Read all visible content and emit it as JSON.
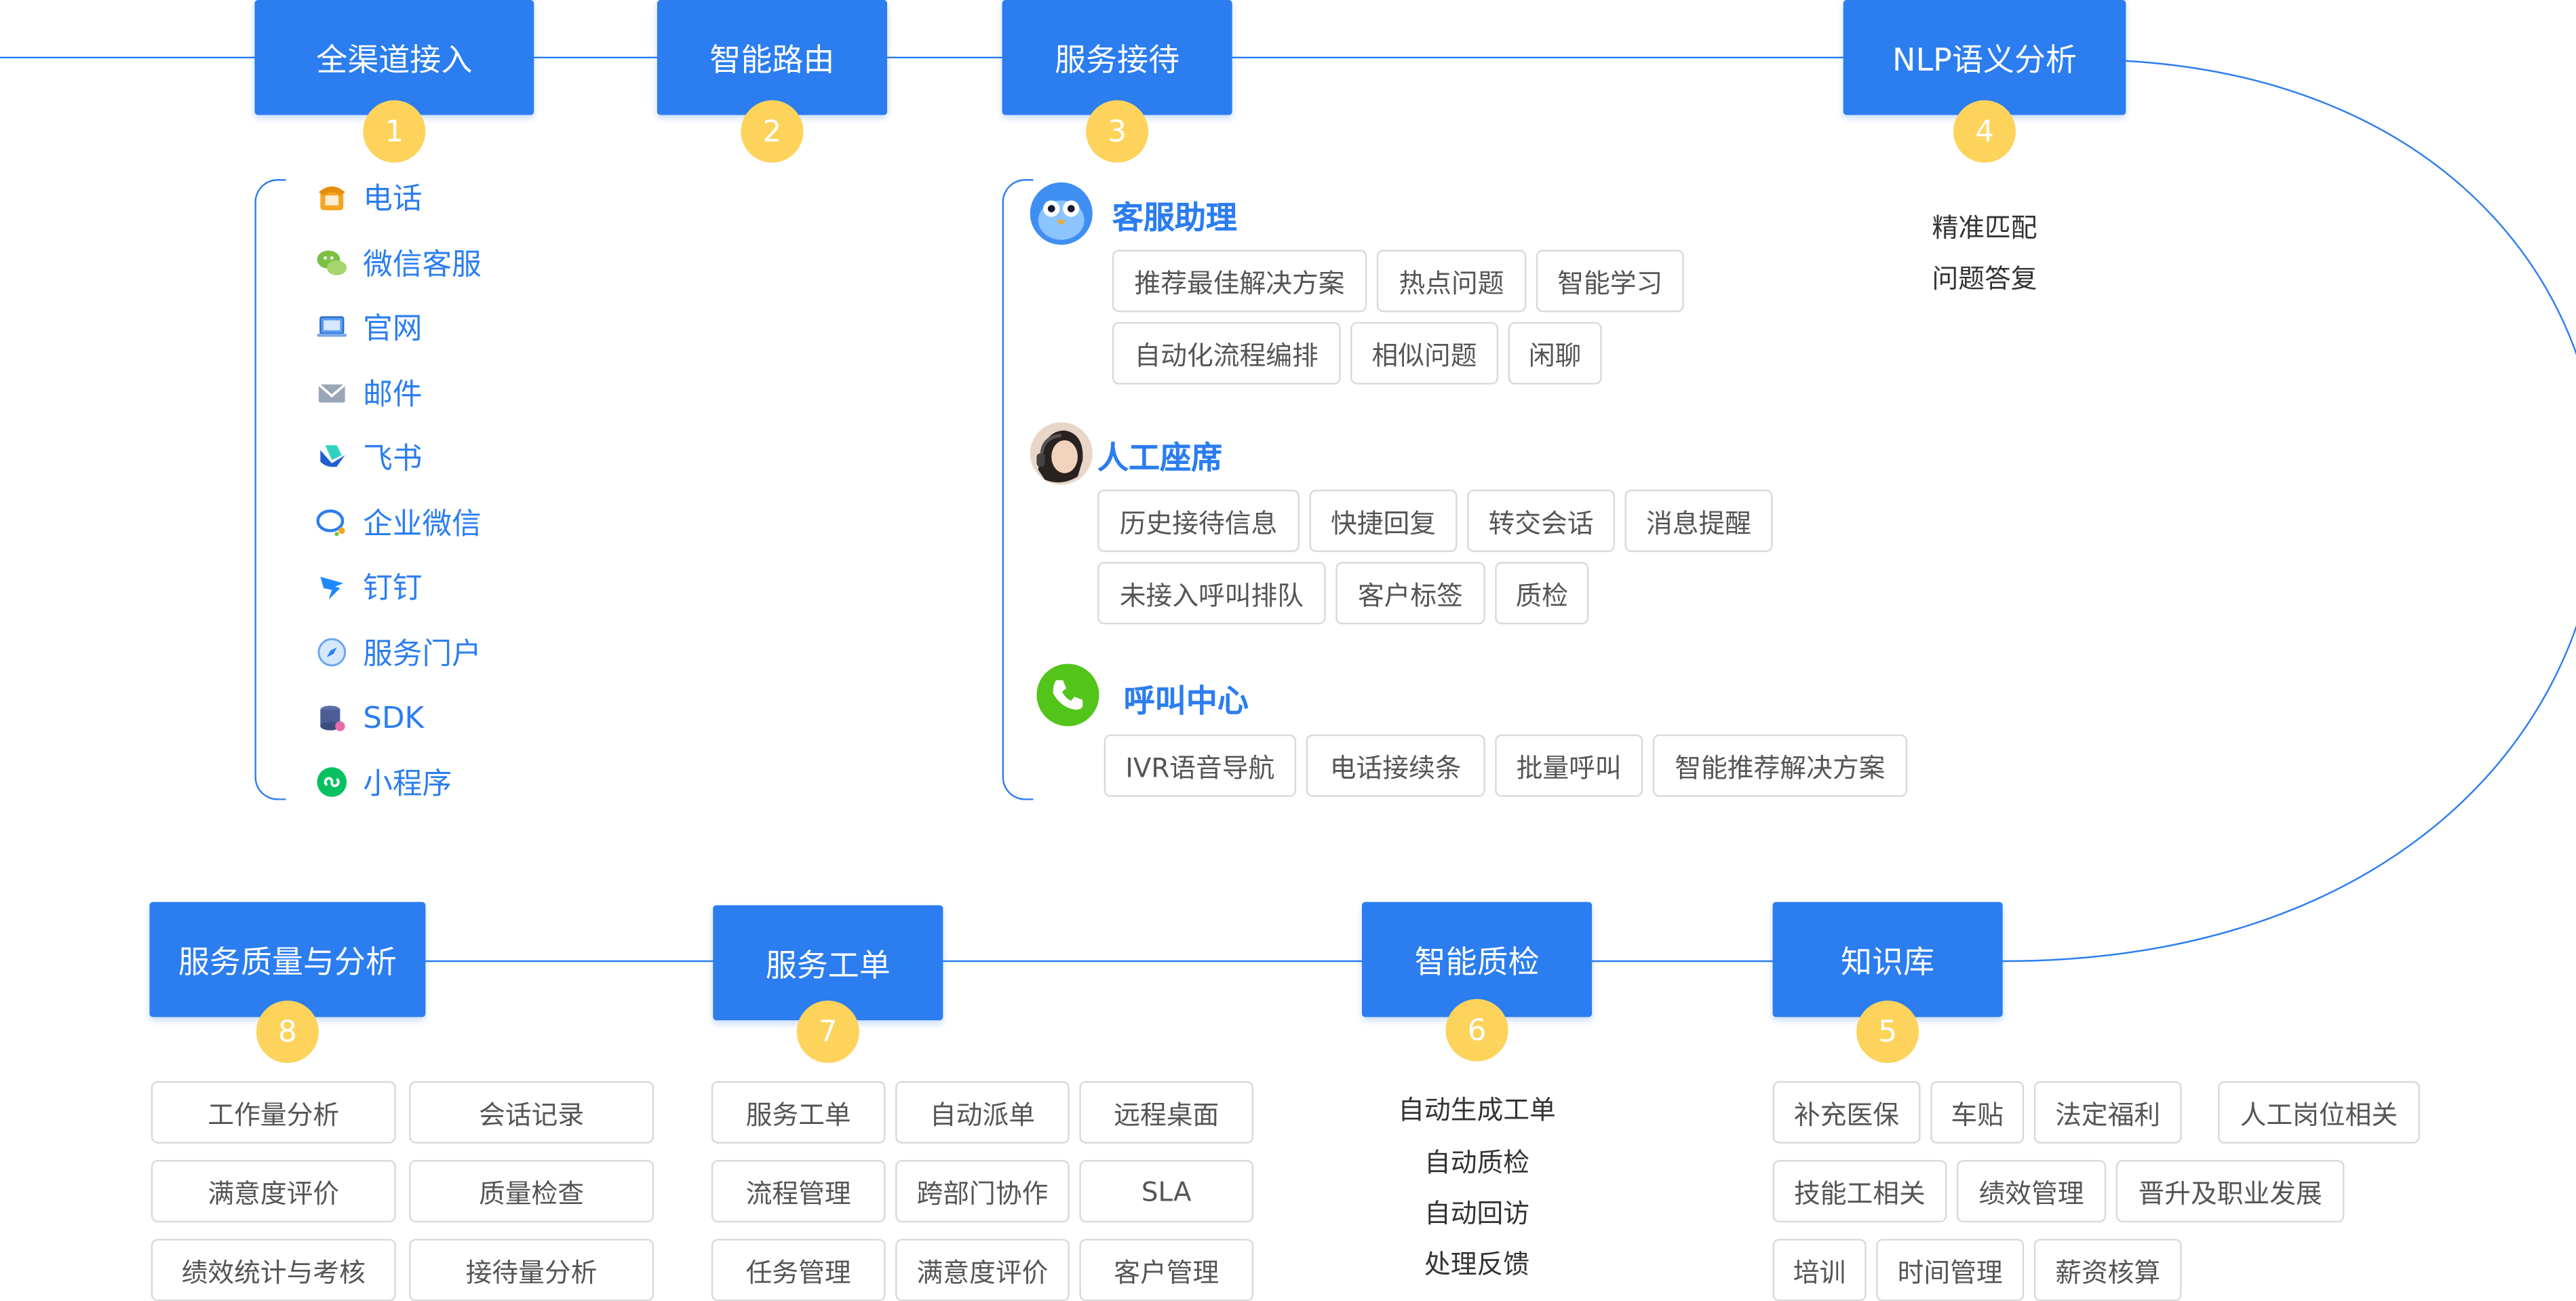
{
  "stages": {
    "s1": {
      "title": "全渠道接入",
      "num": "1"
    },
    "s2": {
      "title": "智能路由",
      "num": "2"
    },
    "s3": {
      "title": "服务接待",
      "num": "3"
    },
    "s4": {
      "title": "NLP语义分析",
      "num": "4"
    },
    "s5": {
      "title": "知识库",
      "num": "5"
    },
    "s6": {
      "title": "智能质检",
      "num": "6"
    },
    "s7": {
      "title": "服务工单",
      "num": "7"
    },
    "s8": {
      "title": "服务质量与分析",
      "num": "8"
    }
  },
  "channels": [
    {
      "label": "电话",
      "icon": "telephone-icon"
    },
    {
      "label": "微信客服",
      "icon": "wechat-icon"
    },
    {
      "label": "官网",
      "icon": "laptop-icon"
    },
    {
      "label": "邮件",
      "icon": "mail-icon"
    },
    {
      "label": "飞书",
      "icon": "feishu-icon"
    },
    {
      "label": "企业微信",
      "icon": "wecom-icon"
    },
    {
      "label": "钉钉",
      "icon": "dingtalk-icon"
    },
    {
      "label": "服务门户",
      "icon": "compass-icon"
    },
    {
      "label": "SDK",
      "icon": "database-icon"
    },
    {
      "label": "小程序",
      "icon": "miniprogram-icon"
    }
  ],
  "reception": {
    "assistant": {
      "title": "客服助理",
      "tags": [
        "推荐最佳解决方案",
        "热点问题",
        "智能学习",
        "自动化流程编排",
        "相似问题",
        "闲聊"
      ]
    },
    "agent": {
      "title": "人工座席",
      "tags": [
        "历史接待信息",
        "快捷回复",
        "转交会话",
        "消息提醒",
        "未接入呼叫排队",
        "客户标签",
        "质检"
      ]
    },
    "callcenter": {
      "title": "呼叫中心",
      "tags": [
        "IVR语音导航",
        "电话接续条",
        "批量呼叫",
        "智能推荐解决方案"
      ]
    }
  },
  "nlp": {
    "items": [
      "精准匹配",
      "问题答复"
    ]
  },
  "knowledge": {
    "tags": [
      "补充医保",
      "车贴",
      "法定福利",
      "人工岗位相关",
      "技能工相关",
      "绩效管理",
      "晋升及职业发展",
      "培训",
      "时间管理",
      "薪资核算"
    ]
  },
  "qc": {
    "items": [
      "自动生成工单",
      "自动质检",
      "自动回访",
      "处理反馈"
    ]
  },
  "workorder": {
    "tags": [
      "服务工单",
      "自动派单",
      "远程桌面",
      "流程管理",
      "跨部门协作",
      "SLA",
      "任务管理",
      "满意度评价",
      "客户管理"
    ]
  },
  "analysis": {
    "tags": [
      "工作量分析",
      "会话记录",
      "满意度评价",
      "质量检查",
      "绩效统计与考核",
      "接待量分析"
    ]
  },
  "colors": {
    "primary": "#2b7df0",
    "badge": "#fdd35b",
    "tag_border": "#d9d9d9"
  }
}
